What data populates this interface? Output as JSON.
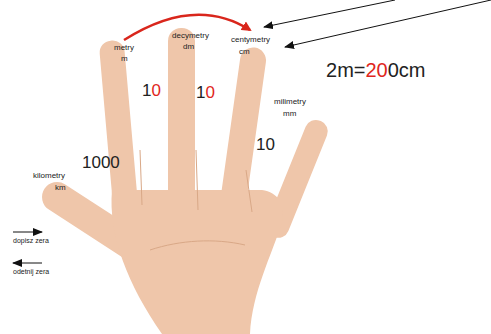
{
  "diagram": {
    "labels": [
      "decymetry",
      "dm",
      "metry",
      "m",
      "centymetry",
      "cm",
      "2m=200cm",
      "10",
      "10",
      "milimetry",
      "10",
      "mm",
      "kilometry",
      "1000",
      "km",
      "dopisz zera",
      "odetnij zera"
    ]
  }
}
